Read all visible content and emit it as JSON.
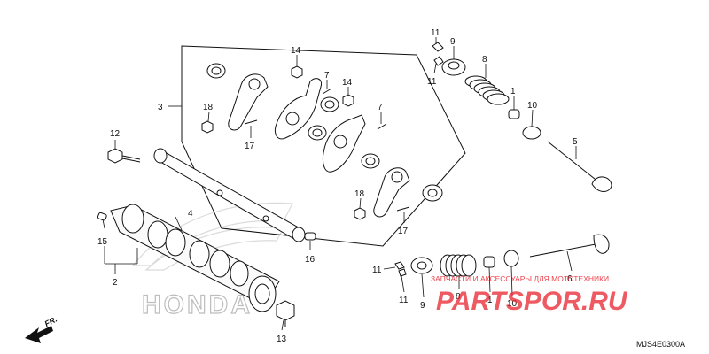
{
  "diagram": {
    "code": "MJS4E0300A",
    "fr_label": "FR.",
    "callouts": {
      "c1a": "1",
      "c1b": "1",
      "c2": "2",
      "c3": "3",
      "c4": "4",
      "c5": "5",
      "c6": "6",
      "c7a": "7",
      "c7b": "7",
      "c8a": "8",
      "c8b": "8",
      "c9a": "9",
      "c9b": "9",
      "c10a": "10",
      "c10b": "10",
      "c11a": "11",
      "c11b": "11",
      "c11c": "11",
      "c11d": "11",
      "c12": "12",
      "c13": "13",
      "c14a": "14",
      "c14b": "14",
      "c15": "15",
      "c16": "16",
      "c17a": "17",
      "c17b": "17",
      "c18a": "18",
      "c18b": "18"
    }
  },
  "watermark": {
    "brand_ghost": "HONDA",
    "site_caption": "ЗАПЧАСТИ И АКСЕССУАРЫ ДЛЯ МОТОТЕХНИКИ",
    "site_logo": "PARTSPOR.RU"
  },
  "colors": {
    "line": "#111111",
    "watermark_red": "#e8242e",
    "ghost_gray": "#bdbdbd"
  }
}
